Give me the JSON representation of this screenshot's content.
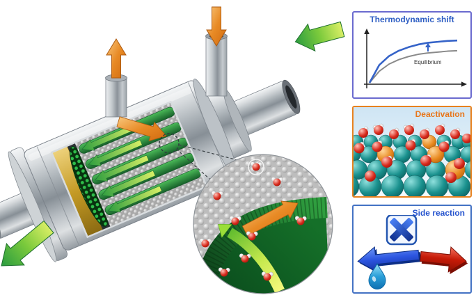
{
  "panels": {
    "thermo": {
      "title": "Thermodynamic shift",
      "equilibrium_label": "Equilibrium",
      "title_color": "#2F5FC4",
      "border_color": "#6A6ACF"
    },
    "deactivation": {
      "title": "Deactivation",
      "title_color": "#E8761A",
      "border_color": "#E8821F"
    },
    "side_reaction": {
      "title": "Side reaction",
      "title_color": "#2553CE",
      "border_color": "#4472C4",
      "icons": [
        "x-symbol-icon",
        "forward-arrow-blue-icon",
        "reverse-arrow-red-icon",
        "water-droplet-icon"
      ]
    }
  },
  "reactor": {
    "type": "membrane-reactor-cutaway-illustration",
    "arrows": [
      {
        "name": "feed-in-arrow",
        "color": "#3FAE49",
        "meaning": "gas stream entering right end"
      },
      {
        "name": "product-out-arrow",
        "color": "#3FAE49",
        "meaning": "gas stream leaving left end"
      },
      {
        "name": "sweep-in-arrow",
        "color": "#EF9434",
        "meaning": "stream entering top right nozzle"
      },
      {
        "name": "sweep-out-arrow",
        "color": "#EF9434",
        "meaning": "stream leaving top left nozzle"
      },
      {
        "name": "internal-flow-arrow",
        "color": "#EF9434",
        "meaning": "flow through catalyst bed"
      },
      {
        "name": "membrane-tube-arrows",
        "color": "#3FAE49",
        "meaning": "flow inside membrane tubes"
      }
    ],
    "inset": {
      "name": "zoom-inset",
      "contents": [
        "catalyst-particles",
        "membrane-wall",
        "permeate-flow-arrow",
        "water-molecules"
      ],
      "molecule": "H2O (red oxygen, white hydrogens)"
    }
  },
  "chart_data": {
    "type": "line",
    "title": "Thermodynamic shift",
    "x": [
      0,
      1,
      2,
      3,
      4,
      5,
      6,
      7,
      8,
      9
    ],
    "xlabel": "",
    "ylabel": "",
    "ylim": [
      0,
      100
    ],
    "grid": false,
    "legend": "inline-labels",
    "series": [
      {
        "name": "Thermodynamic shift",
        "color": "#3563C8",
        "values": [
          0,
          40,
          60,
          72,
          80,
          86,
          90,
          92,
          94,
          95
        ]
      },
      {
        "name": "Equilibrium",
        "color": "#8A8A8A",
        "values": [
          0,
          26,
          42,
          52,
          59,
          64,
          67,
          69,
          71,
          72
        ]
      }
    ],
    "annotations": [
      "blue upward arrow from Equilibrium curve to Thermodynamic shift curve"
    ]
  }
}
